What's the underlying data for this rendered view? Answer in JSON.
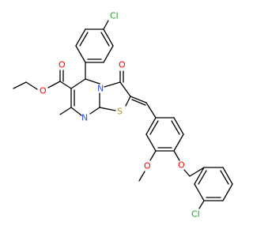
{
  "diagram": {
    "type": "chemical-structure",
    "colors": {
      "bond": "#000000",
      "carbon": "#000000",
      "oxygen": "#ff0000",
      "nitrogen": "#3050f8",
      "sulfur": "#b8a000",
      "chlorine": "#1fa01f"
    },
    "atom_labels": {
      "cl_top": "Cl",
      "o_ester_carbonyl": "O",
      "o_ester": "O",
      "o_keto": "O",
      "n_ring": "N",
      "n_imine": "N",
      "s_ring": "S",
      "o_methoxy": "O",
      "o_ether": "O",
      "cl_bottom": "Cl"
    }
  }
}
